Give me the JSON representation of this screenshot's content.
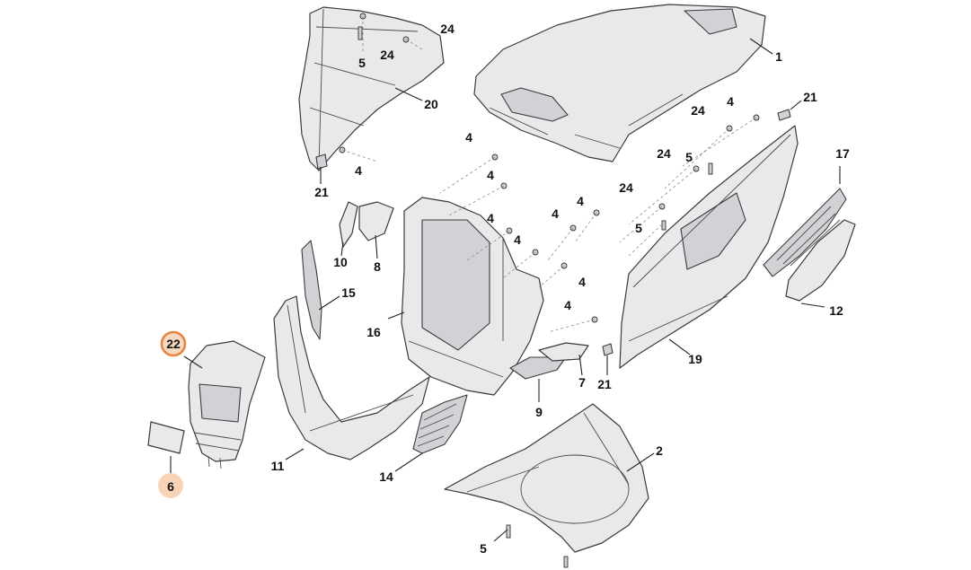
{
  "labels": [
    {
      "id": "l1",
      "text": "1"
    },
    {
      "id": "l2",
      "text": "2"
    },
    {
      "id": "l4a",
      "text": "4"
    },
    {
      "id": "l4b",
      "text": "4"
    },
    {
      "id": "l4c",
      "text": "4"
    },
    {
      "id": "l4d",
      "text": "4"
    },
    {
      "id": "l4e",
      "text": "4"
    },
    {
      "id": "l4f",
      "text": "4"
    },
    {
      "id": "l4g",
      "text": "4"
    },
    {
      "id": "l4h",
      "text": "4"
    },
    {
      "id": "l4i",
      "text": "4"
    },
    {
      "id": "l4j",
      "text": "4"
    },
    {
      "id": "l5a",
      "text": "5"
    },
    {
      "id": "l5b",
      "text": "5"
    },
    {
      "id": "l5c",
      "text": "5"
    },
    {
      "id": "l5d",
      "text": "5"
    },
    {
      "id": "l6",
      "text": "6"
    },
    {
      "id": "l7",
      "text": "7"
    },
    {
      "id": "l8",
      "text": "8"
    },
    {
      "id": "l9",
      "text": "9"
    },
    {
      "id": "l10",
      "text": "10"
    },
    {
      "id": "l11",
      "text": "11"
    },
    {
      "id": "l12",
      "text": "12"
    },
    {
      "id": "l14",
      "text": "14"
    },
    {
      "id": "l15",
      "text": "15"
    },
    {
      "id": "l16",
      "text": "16"
    },
    {
      "id": "l17",
      "text": "17"
    },
    {
      "id": "l19",
      "text": "19"
    },
    {
      "id": "l20",
      "text": "20"
    },
    {
      "id": "l21a",
      "text": "21"
    },
    {
      "id": "l21b",
      "text": "21"
    },
    {
      "id": "l21c",
      "text": "21"
    },
    {
      "id": "l22",
      "text": "22"
    },
    {
      "id": "l24a",
      "text": "24"
    },
    {
      "id": "l24b",
      "text": "24"
    },
    {
      "id": "l24c",
      "text": "24"
    },
    {
      "id": "l24d",
      "text": "24"
    },
    {
      "id": "l24e",
      "text": "24"
    }
  ],
  "highlight_color": "#e8843d",
  "highlight_fill": "#f9d3b6"
}
